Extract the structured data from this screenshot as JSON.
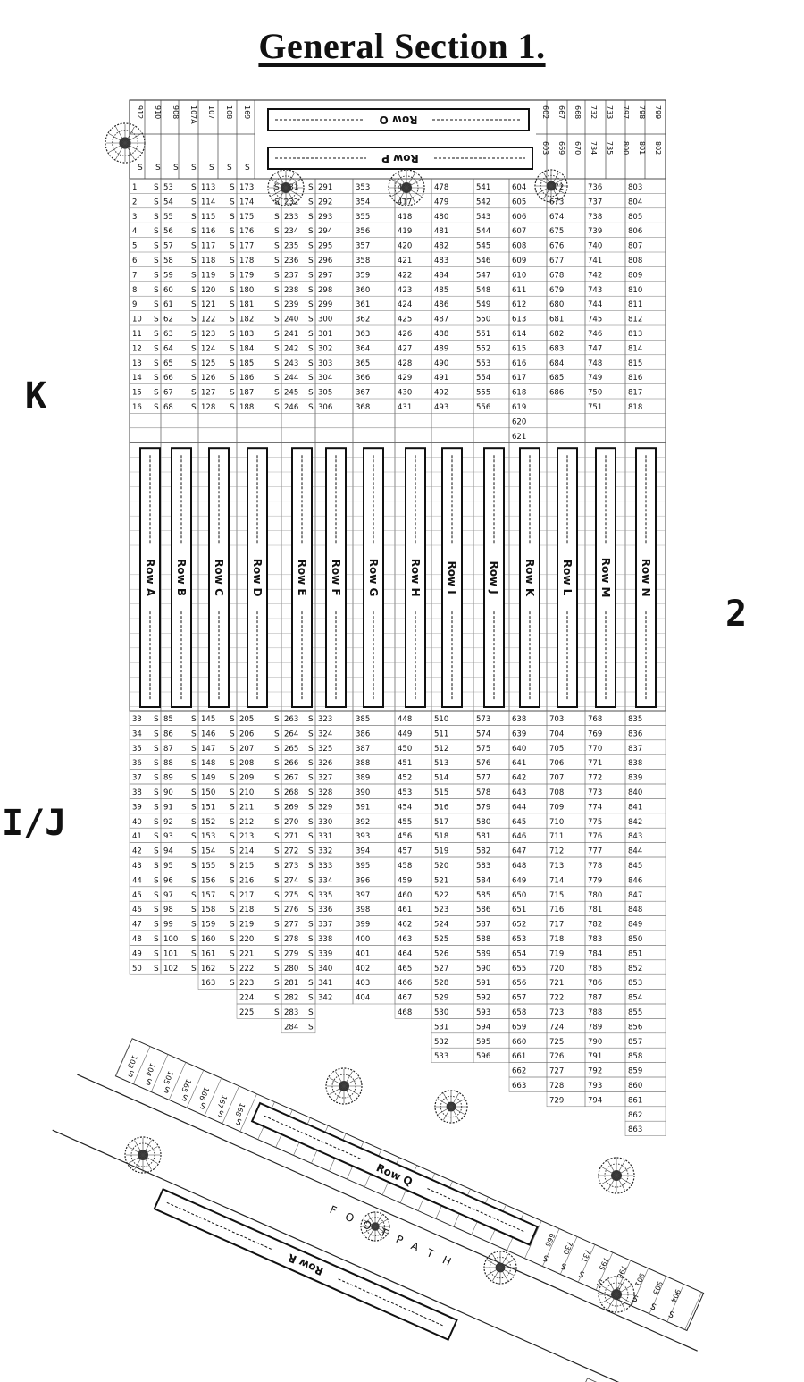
{
  "title": "General Section 1.",
  "side_labels": {
    "k": "K",
    "two": "2",
    "ij": "I/J"
  },
  "column_starts": {
    "upper": [
      1,
      53,
      113,
      173,
      231,
      291,
      353,
      416,
      478,
      541,
      604,
      672,
      736,
      803
    ],
    "lower": [
      33,
      85,
      145,
      205,
      263,
      323,
      385,
      448,
      510,
      573,
      638,
      703,
      768,
      835
    ]
  },
  "upper_lengths": [
    16,
    16,
    16,
    16,
    16,
    16,
    16,
    16,
    16,
    16,
    18,
    15,
    16,
    16
  ],
  "lower_lengths": [
    18,
    18,
    19,
    21,
    22,
    20,
    20,
    21,
    24,
    24,
    26,
    27,
    27,
    29
  ],
  "rows_ab_top": [
    {
      "prefix": "912",
      "s": true
    },
    {
      "prefix": "910",
      "s": true
    },
    {
      "prefix": "908",
      "s": true
    },
    {
      "prefix": "107A",
      "s": true
    },
    {
      "prefix": "107",
      "s": true
    },
    {
      "prefix": "108",
      "s": true
    },
    {
      "prefix": "169",
      "s": true
    }
  ],
  "top_right_numbers": [
    "602",
    "667",
    "668",
    "732",
    "733",
    "797",
    "798",
    "799"
  ],
  "top_right_second": [
    "603",
    "669",
    "670",
    "734",
    "735",
    "800",
    "801",
    "802"
  ],
  "vertical_rows": [
    "Row A",
    "Row B",
    "Row C",
    "Row D",
    "Row E",
    "Row F",
    "Row G",
    "Row H",
    "Row I",
    "Row J",
    "Row K",
    "Row L",
    "Row M",
    "Row N"
  ],
  "horizontal_rows": {
    "o": "Row O",
    "p": "Row P",
    "q": "Row Q",
    "r": "Row R"
  },
  "footpath": "FOOTPATH",
  "s_marker": "S",
  "diagonal_left_numbers": [
    "103",
    "104",
    "105",
    "165",
    "166",
    "167",
    "168"
  ],
  "diagonal_right_numbers": [
    "666",
    "730",
    "731",
    "795",
    "796",
    "901",
    "903",
    "904"
  ]
}
